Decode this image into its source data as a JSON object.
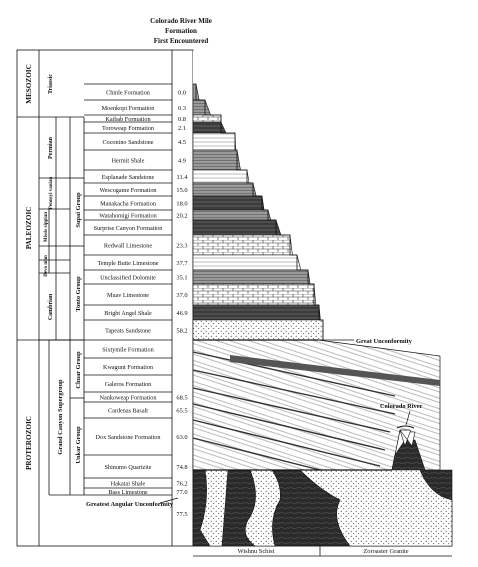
{
  "header": {
    "line1": "Colorado River Mile",
    "line2": "Formation",
    "line3": "First Encountered"
  },
  "eras": [
    "MESOZOIC",
    "PALEOZOIC",
    "PROTEROZOIC"
  ],
  "periods": [
    "Triassic",
    "Permian",
    "Pennsyl vanian",
    "Missis sippian",
    "Devo nian",
    "Cambrian"
  ],
  "groups": [
    "Supai Group",
    "Tonto Group",
    "Grand Canyon Supergroup",
    "Chuar Group",
    "Unkar Group"
  ],
  "formations": [
    {
      "name": "Chinle Formation",
      "mile": "0.0"
    },
    {
      "name": "Moenkopi Formation",
      "mile": "0.3"
    },
    {
      "name": "Kaibab Formation",
      "mile": "0.8"
    },
    {
      "name": "Toroweap Formation",
      "mile": "2.1"
    },
    {
      "name": "Coconino Sandstone",
      "mile": "4.5"
    },
    {
      "name": "Hermit Shale",
      "mile": "4.9"
    },
    {
      "name": "Esplanade Sandstone",
      "mile": "11.4"
    },
    {
      "name": "Wescogame Formation",
      "mile": "15.0"
    },
    {
      "name": "Manakacha Formation",
      "mile": "18.0"
    },
    {
      "name": "Watahomigi Formation",
      "mile": "20.2"
    },
    {
      "name": "Surprise Canyon Formation",
      "mile": ""
    },
    {
      "name": "Redwall Limestone",
      "mile": "23.3"
    },
    {
      "name": "Temple Butte Limestone",
      "mile": "37.7"
    },
    {
      "name": "Unclassified Dolomite",
      "mile": "35.1"
    },
    {
      "name": "Muav Limestone",
      "mile": "37.0"
    },
    {
      "name": "Bright Angel Shale",
      "mile": "46.9"
    },
    {
      "name": "Tapeats Sandstone",
      "mile": "58.2"
    },
    {
      "name": "Sixtymile Formation",
      "mile": ""
    },
    {
      "name": "Kwagunt Formation",
      "mile": ""
    },
    {
      "name": "Galeros Formation",
      "mile": ""
    },
    {
      "name": "Nankoweap Formation",
      "mile": "68.5"
    },
    {
      "name": "Cardenas Basalt",
      "mile": "65.5"
    },
    {
      "name": "Dox Sandstone Formation",
      "mile": "63.0"
    },
    {
      "name": "Shinumo Quartzite",
      "mile": "74.8"
    },
    {
      "name": "Hakatai Shale",
      "mile": "76.2"
    },
    {
      "name": "Bass Limestone",
      "mile": "77.0"
    }
  ],
  "unconformity": {
    "great": "Great Unconformity",
    "angular": "Greatest Angular Unconformity",
    "angular_mile": "77.5"
  },
  "river": "Colorado River",
  "basement": [
    "Wishnu Schist",
    "Zoroaster Granite"
  ]
}
